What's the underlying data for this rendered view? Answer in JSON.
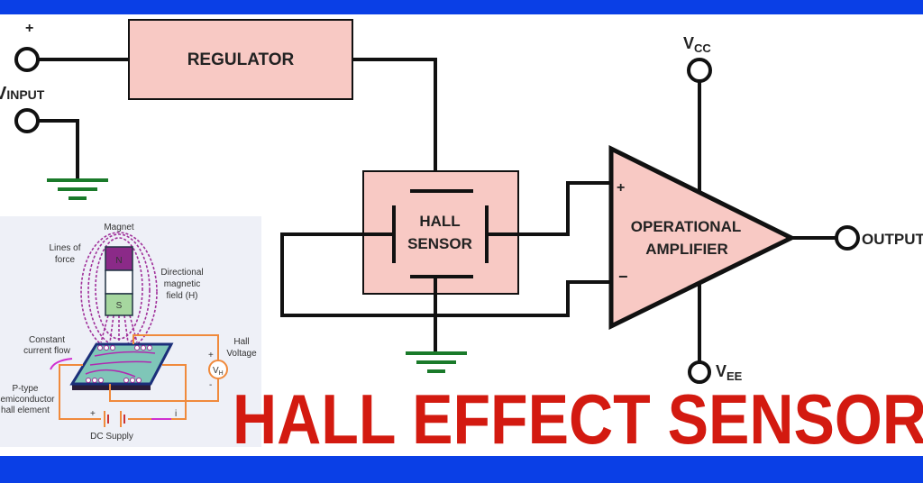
{
  "colors": {
    "frame": "#0a3fe6",
    "block_fill": "#f8c9c4",
    "title": "#d31a10",
    "ground": "#1a7a2a",
    "inset_bg": "#eef0f7",
    "magnet_n": "#8b2a88",
    "magnet_s": "#a6d79f",
    "field_lines": "#a0309a",
    "circuit_wire": "#f08a3c"
  },
  "circuit": {
    "input_plus": "+",
    "input_label_main": "V",
    "input_label_sub": "INPUT",
    "regulator": "REGULATOR",
    "hall_sensor_line1": "HALL",
    "hall_sensor_line2": "SENSOR",
    "opamp_line1": "OPERATIONAL",
    "opamp_line2": "AMPLIFIER",
    "opamp_plus": "+",
    "opamp_minus": "−",
    "vcc_main": "V",
    "vcc_sub": "CC",
    "vee_main": "V",
    "vee_sub": "EE",
    "output": "OUTPUT"
  },
  "inset": {
    "magnet": "Magnet",
    "lines_of_force_1": "Lines of",
    "lines_of_force_2": "force",
    "north": "N",
    "south": "S",
    "field_1": "Directional",
    "field_2": "magnetic",
    "field_3": "field (H)",
    "current_1": "Constant",
    "current_2": "current flow",
    "hall_voltage_1": "Hall",
    "hall_voltage_2": "Voltage",
    "vh_main": "V",
    "vh_sub": "H",
    "plus": "+",
    "minus": "-",
    "element_1": "P-type",
    "element_2": "semiconductor",
    "element_3": "hall element",
    "supply_plus": "+",
    "current_symbol": "i",
    "dc_supply": "DC Supply"
  },
  "title": "HALL EFFECT SENSOR"
}
